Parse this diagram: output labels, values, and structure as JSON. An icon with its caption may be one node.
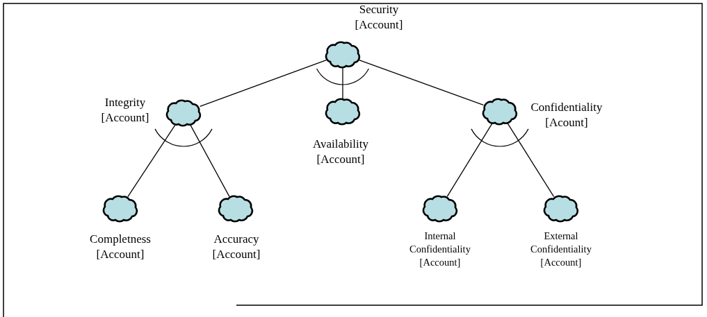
{
  "diagram": {
    "nodes": [
      {
        "text": [
          "Security [Account]"
        ]
      },
      {
        "text": [
          "Integrity [Account]"
        ]
      },
      {
        "text": [
          "Availability [Account]"
        ]
      },
      {
        "text": [
          "Confidentiality [Acount]"
        ]
      },
      {
        "text": [
          "Completness [Account]"
        ]
      },
      {
        "text": [
          "Accuracy [Account]"
        ]
      },
      {
        "text": [
          "Internal Confidentiality [Account]"
        ]
      },
      {
        "text": [
          "External Confidentiality [Account]"
        ]
      }
    ],
    "edges": [
      {
        "from": 0,
        "to": 1,
        "arrow": "none"
      },
      {
        "from": 0,
        "to": 2,
        "arrow": "none"
      },
      {
        "from": 0,
        "to": 3,
        "arrow": "none"
      },
      {
        "from": 1,
        "to": 4,
        "arrow": "none"
      },
      {
        "from": 1,
        "to": 5,
        "arrow": "none"
      },
      {
        "from": 3,
        "to": 6,
        "arrow": "none"
      },
      {
        "from": 3,
        "to": 7,
        "arrow": "none"
      }
    ]
  }
}
